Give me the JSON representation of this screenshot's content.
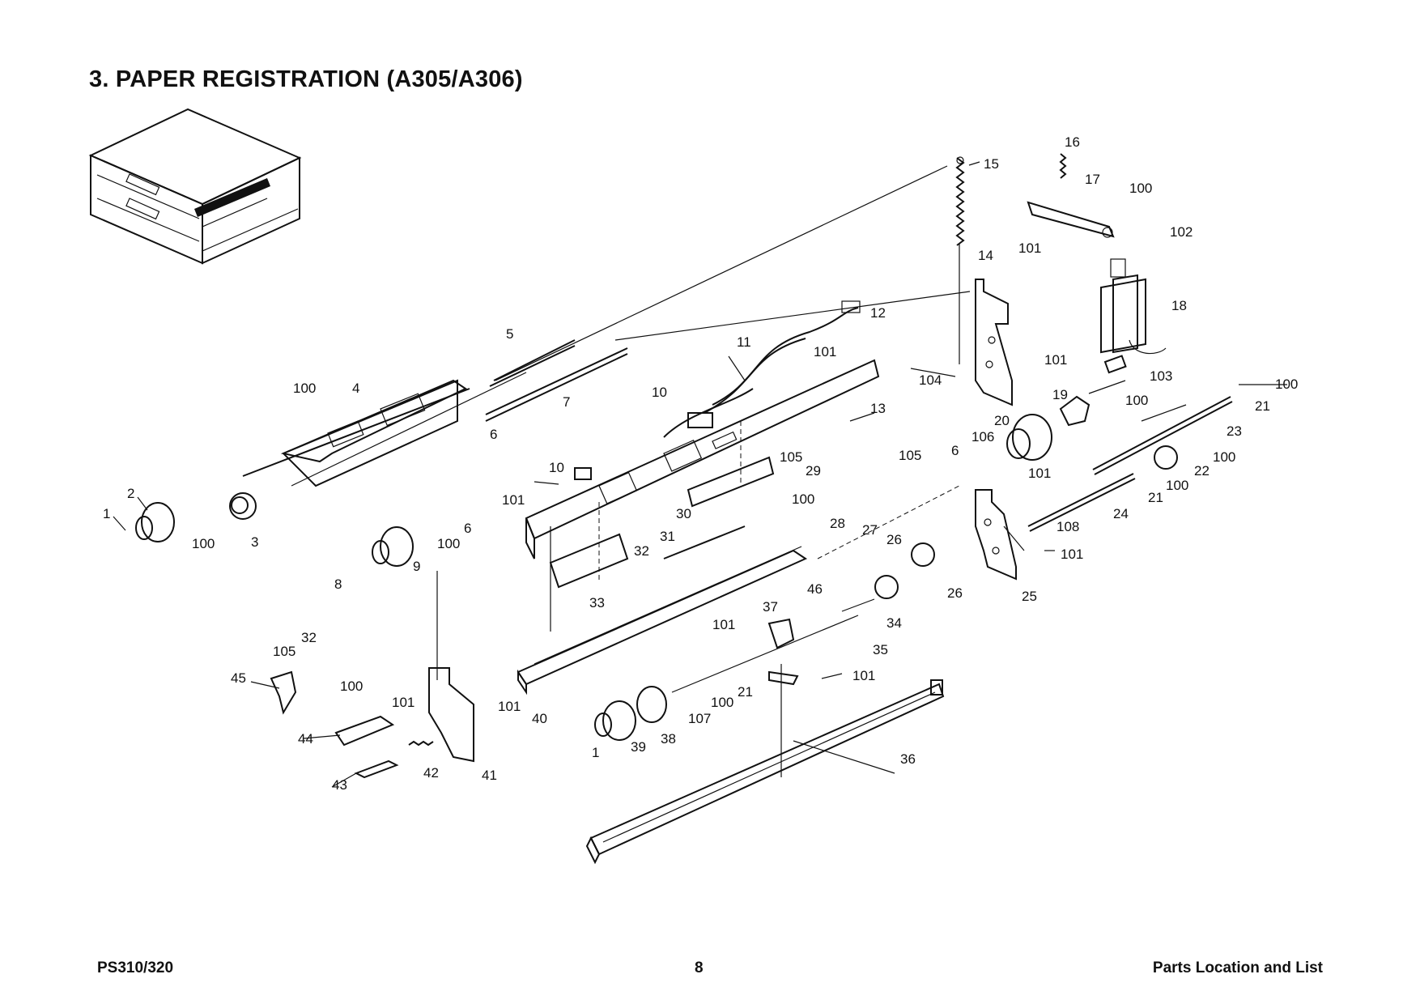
{
  "title": "3. PAPER REGISTRATION (A305/A306)",
  "footer": {
    "model": "PS310/320",
    "page_number": "8",
    "section": "Parts Location and List"
  },
  "callouts": [
    "1",
    "2",
    "3",
    "4",
    "5",
    "6",
    "7",
    "8",
    "9",
    "10",
    "11",
    "12",
    "13",
    "14",
    "15",
    "16",
    "17",
    "18",
    "19",
    "20",
    "21",
    "22",
    "23",
    "24",
    "25",
    "26",
    "27",
    "28",
    "29",
    "30",
    "31",
    "32",
    "33",
    "34",
    "35",
    "36",
    "37",
    "38",
    "39",
    "40",
    "41",
    "42",
    "43",
    "44",
    "45",
    "46",
    "100",
    "101",
    "102",
    "103",
    "104",
    "105",
    "106",
    "107",
    "108"
  ]
}
